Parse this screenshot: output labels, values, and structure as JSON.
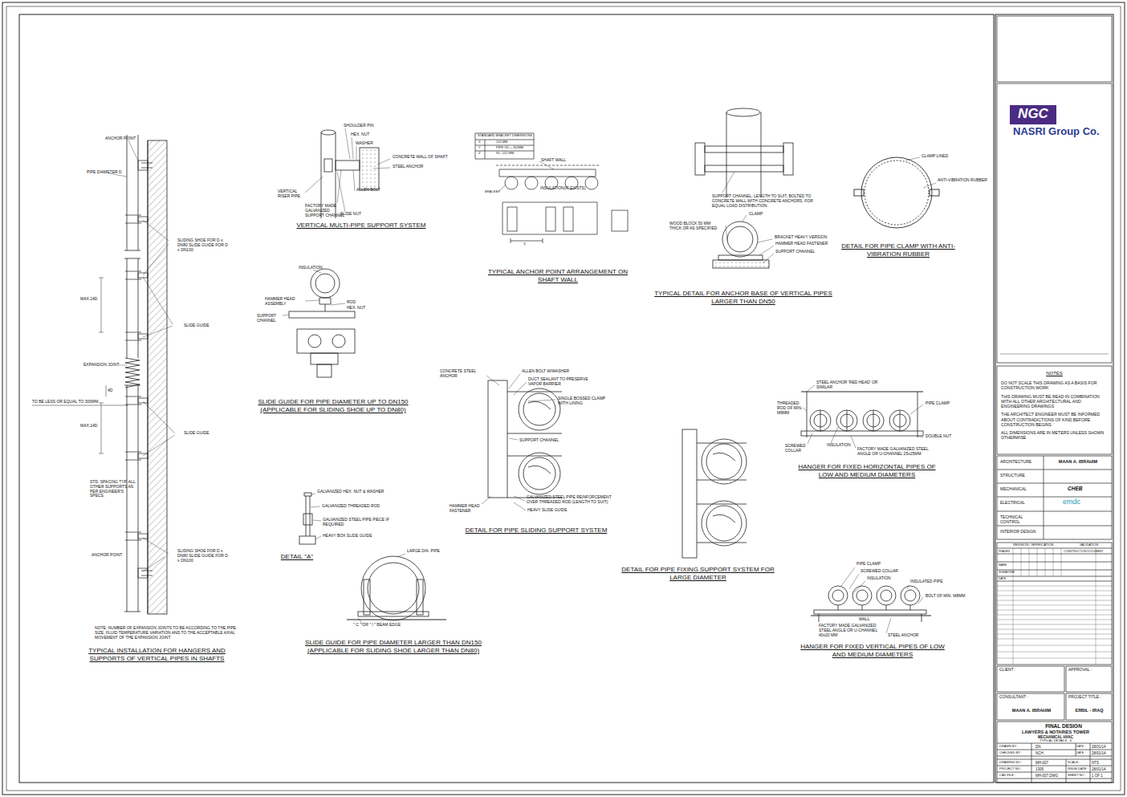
{
  "diagram": {
    "nodes": [
      {
        "text": [
          "NGC"
        ]
      },
      {
        "text": [
          "NOTES",
          "DO NOT SCALE THIS DRAWING AS A BASIS FOR CONSTRUCTION WORK",
          "THIS DRAWING MUST BE READ IN COMBINATION WITH ALL OTHER ARCHITECTURAL AND ENGINEERING DRAWINGS",
          "THE ARCHITECT ENGINEER MUST BE INFORMED ABOUT CONTRADICTIONS OF KIND BEFORE CONSTRUCTION BEGINS",
          "ALL DIMENSIONS ARE IN METERS UNLESS SHOWN OTHERWISE"
        ]
      }
    ],
    "labels": [
      "ANCHOR POINT",
      "PIPE DIAMETER D",
      "SLIDING SHOE FOR D ≤ DN80 SLIDE GUIDE FOR D ≥ DN100",
      "MAX.14D",
      "SLIDE GUIDE",
      "EXPANSION JOINT",
      "TO BE LESS OR EQUAL TO 300MM",
      "4D",
      "MAX.14D",
      "SLIDE GUIDE",
      "STD. SPACING TYP. ALL OTHER SUPPORTS AS PER ENGINEER'S SPECS.",
      "SLIDING SHOE FOR D ≤ DN80 SLIDE GUIDE FOR D ≥ DN100",
      "ANCHOR POINT",
      "NOTE: NUMBER OF EXPANSION JOINTS TO BE ACCORDING TO THE PIPE SIZE, FLUID TEMPERATURE VARIATION AND TO THE ACCEPTABLE AXIAL MOVEMENT OF THE EXPANSION JOINT.",
      "TYPICAL INSTALLATION FOR HANGERS AND SUPPORTS OF VERTICAL PIPES IN SHAFTS",
      "SHOULDER PIN",
      "HEX. NUT",
      "WASHER",
      "CONCRETE WALL OF SHAFT",
      "STEEL ANCHOR",
      "ALLEN BOLT",
      "VERTICAL RISER PIPE",
      "FACTORY MADE GALVANIZED SUPPORT CHANNEL",
      "SLIDE NUT",
      "VERTICAL MULTI-PIPE SUPPORT SYSTEM",
      "INSULATION",
      "HAMMER HEAD ASSEMBLY",
      "ROD",
      "HEX. NUT",
      "SUPPORT CHANNEL",
      "SLIDE GUIDE FOR PIPE DIAMETER UP TO DN150 (APPLICABLE FOR SLIDING SHOE UP TO DN80)",
      "GALVANIZED HEX. NUT & WASHER",
      "GALVANIZED THREADED ROD",
      "GALVANIZED STEEL PIPE PIECE IF REQUIRED",
      "HEAVY BOX SLIDE GUIDE",
      "DETAIL \"A\"",
      "LARGE DIA. PIPE",
      "\" C \" OR \" I \" BEAM EDGE",
      "SLIDE GUIDE FOR PIPE DIAMETER LARGER THAN DN150 (APPLICABLE FOR SLIDING SHOE LARGER THAN DN80)",
      "STANDARD BRACKET DIMENSIONS",
      "X",
      "120 MM",
      "Y",
      "PIPE OD + 262MM",
      "Z",
      "95...152 MM",
      "SHAFT WALL",
      "BRACKET",
      "INSULATION(IF EXISTS)",
      "Y",
      "TYPICAL ANCHOR POINT ARRANGEMENT ON SHAFT WALL",
      "SUPPORT CHANNEL, LENGTH TO SUIT, BOLTED TO CONCRETE WALL WITH CONCRETE ANCHORS, FOR EQUAL LOAD DISTRIBUTION.",
      "CLAMP",
      "WOOD BLOCK 50 MM THICK OR AS SPECIFIED",
      "BRACKET HEAVY VERSION",
      "HAMMER HEAD FASTENER",
      "SUPPORT CHANNEL",
      "TYPICAL DETAIL FOR ANCHOR BASE OF VERTICAL PIPES LARGER THAN DN50",
      "CLAMP LINED",
      "ANTI-VIBRATION RUBBER",
      "DETAIL FOR PIPE CLAMP WITH ANTI-VIBRATION RUBBER",
      "CONCRETE STEEL ANCHOR",
      "ALLEN BOLT W/WASHER",
      "DUCT SEALANT TO PRESERVE VAPOR BARRIER",
      "SINGLE BOSSED CLAMP WITH LINING",
      "SUPPORT CHANNEL",
      "HAMMER HEAD FASTENER",
      "GALVANIZED STEEL PIPE REINFORCEMENT OVER THREADED ROD (LENGTH TO SUIT)",
      "HEAVY SLIDE GUIDE",
      "DETAIL FOR PIPE SLIDING SUPPORT SYSTEM",
      "DETAIL FOR PIPE FIXING SUPPORT SYSTEM FOR LARGE DIAMETER",
      "STEEL ANCHOR 'RED HEAD' OR SIMILAR",
      "PIPE CLAMP",
      "THREADED ROD OF MIN. M8MM",
      "INSULATION",
      "SCREWED COLLAR",
      "FACTORY MADE GALVANIZED STEEL ANGLE OR U-CHANNEL 25x25MM",
      "DOUBLE NUT",
      "HANGER FOR FIXED HORIZONTAL PIPES OF LOW AND MEDIUM DIAMETERS",
      "PIPE CLAMP",
      "SCREWED COLLAR",
      "INSULATION",
      "INSULATED PIPE",
      "BOLT OF MIN. M8MM",
      "WALL",
      "FACTORY MADE GALVANIZED STEEL ANGLE OR U-CHANNEL 40x20 MM",
      "STEEL ANCHOR",
      "HANGER FOR FIXED VERTICAL PIPES OF LOW AND MEDIUM DIAMETERS",
      "NASRI Group Co.",
      "ARCHITECTURE",
      "MAAN A. IBRAHIM",
      "STRUCTURE",
      "MECHANICAL",
      "CHEB",
      "ELECTRICAL",
      "emdc",
      "TECHNICAL CONTROL",
      "INTERIOR DESIGN",
      "REVISION / VERIFICATION",
      "VALIDATION",
      "PHASES",
      "CONSTRUCTION DOCUMENT",
      "NAME",
      "SIGNATURE",
      "DATE",
      "CLIENT :",
      "APPROVAL :",
      "CONSULTANT :",
      "MAAN A. IBRAHIM",
      "PROJECT TITLE :",
      "ERBIL - IRAQ",
      "FINAL DESIGN",
      "LAWYERS & NOTARIES TOWER",
      "MECHANICAL HVAC",
      "TYPICAL DETAILS - 6",
      "DRAWN BY :",
      "DN",
      "DATE :",
      "28/01/14",
      "CHECKED BY :",
      "NCH",
      "DATE :",
      "28/01/14",
      "DRAWING NO :",
      "MH-007",
      "SCALE :",
      "NTS",
      "PROJECT NO :",
      "1305",
      "ISSUE DATE :",
      "28/01/14",
      "CAD FILE :",
      "MH-007.DWG",
      "SHEET NO :",
      "1 OF 1"
    ]
  }
}
